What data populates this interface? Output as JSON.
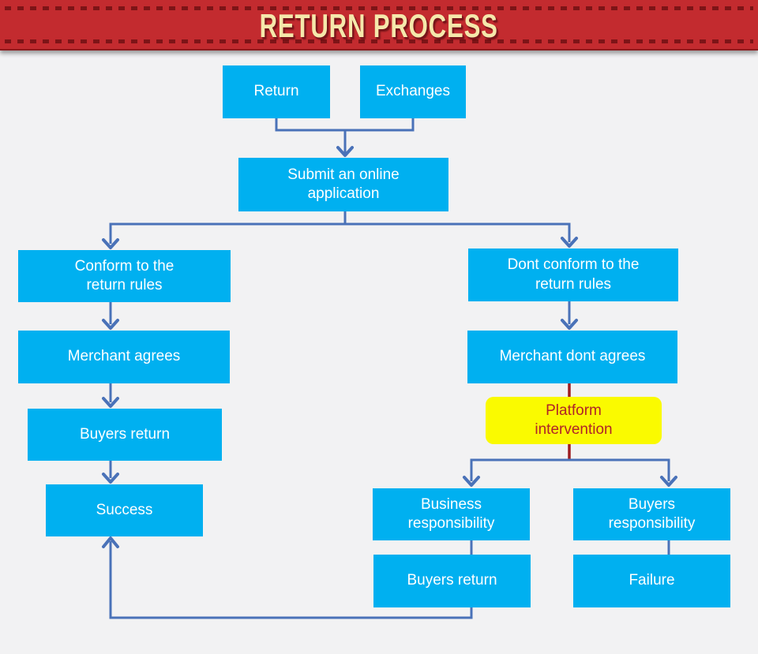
{
  "banner": {
    "title": "RETURN PROCESS"
  },
  "nodes": {
    "return": {
      "label": "Return"
    },
    "exchanges": {
      "label": "Exchanges"
    },
    "submit": {
      "label": "Submit an online\napplication"
    },
    "conform": {
      "label": "Conform to the\nreturn rules"
    },
    "dont_conform": {
      "label": "Dont conform to the\nreturn rules"
    },
    "merchant_agrees": {
      "label": "Merchant agrees"
    },
    "buyers_return_left": {
      "label": "Buyers return"
    },
    "success": {
      "label": "Success"
    },
    "merchant_dont_agrees": {
      "label": "Merchant dont agrees"
    },
    "platform_intervention": {
      "label": "Platform\nintervention"
    },
    "business_responsibility": {
      "label": "Business\nresponsibility"
    },
    "buyers_responsibility": {
      "label": "Buyers\nresponsibility"
    },
    "buyers_return_bottom": {
      "label": "Buyers return"
    },
    "failure": {
      "label": "Failure"
    }
  },
  "colors": {
    "banner_red": "#c32b2f",
    "banner_dash": "#7d1417",
    "title_gold": "#f5e8ab",
    "node_cyan": "#00b0f0",
    "node_text": "#ffffff",
    "connector_blue": "#4a72b8",
    "connector_red": "#9d1c20",
    "highlight_yellow": "#fafa00",
    "highlight_text_red": "#b02428",
    "background": "#f2f2f3"
  }
}
